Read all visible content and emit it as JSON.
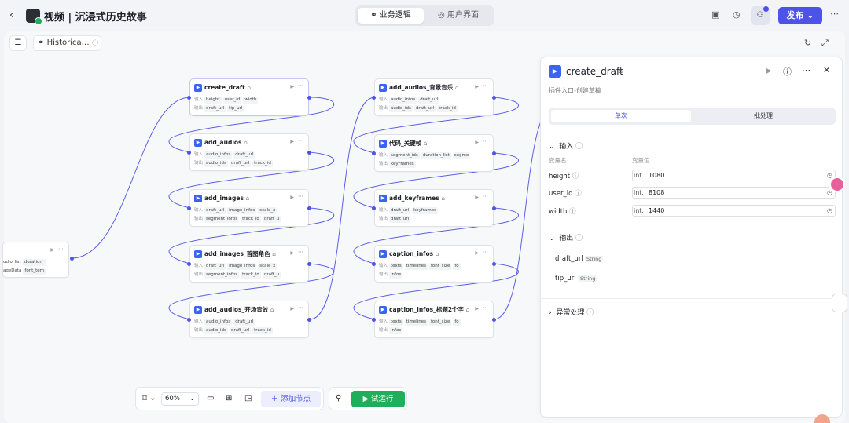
{
  "header": {
    "back_icon": "‹",
    "app_title": "视频 | 沉浸式历史故事",
    "edit_icon": "✎",
    "tabs": [
      {
        "label": "业务逻辑",
        "icon": "⚭"
      },
      {
        "label": "用户界面",
        "icon": "◎"
      }
    ],
    "publish_label": "发布",
    "more_icon": "⋯"
  },
  "canvas": {
    "history_label": "Historica…",
    "partial_node": {
      "dots": "⋯",
      "row1_label": "udio_list",
      "row1_value": "duration_",
      "row2_label": "ageData",
      "row2_value": "font_tem"
    },
    "nodes": [
      {
        "title": "create_draft",
        "in_label": "输入",
        "inputs": [
          "height",
          "user_id",
          "width"
        ],
        "out_label": "输出",
        "outputs": [
          "draft_url",
          "tip_url"
        ]
      },
      {
        "title": "add_audios",
        "in_label": "输入",
        "inputs": [
          "audio_infos",
          "draft_url"
        ],
        "out_label": "输出",
        "outputs": [
          "audio_ids",
          "draft_url",
          "track_id"
        ]
      },
      {
        "title": "add_images",
        "in_label": "输入",
        "inputs": [
          "draft_url",
          "image_infos",
          "scale_x"
        ],
        "out_label": "输出",
        "outputs": [
          "segment_infos",
          "track_id",
          "draft_u"
        ]
      },
      {
        "title": "add_images_首图角色",
        "in_label": "输入",
        "inputs": [
          "draft_url",
          "image_infos",
          "scale_x"
        ],
        "out_label": "输出",
        "outputs": [
          "segment_infos",
          "track_id",
          "draft_u"
        ]
      },
      {
        "title": "add_audios_开场音效",
        "in_label": "输入",
        "inputs": [
          "audio_infos",
          "draft_url"
        ],
        "out_label": "输出",
        "outputs": [
          "audio_ids",
          "draft_url",
          "track_id"
        ]
      },
      {
        "title": "add_audios_背景音乐",
        "in_label": "输入",
        "inputs": [
          "audio_infos",
          "draft_url"
        ],
        "out_label": "输出",
        "outputs": [
          "audio_ids",
          "draft_url",
          "track_id"
        ]
      },
      {
        "title": "代码_关键帧",
        "in_label": "输入",
        "inputs": [
          "segment_ids",
          "duration_list",
          "segme"
        ],
        "out_label": "输出",
        "outputs": [
          "keyFrames"
        ]
      },
      {
        "title": "add_keyframes",
        "in_label": "输入",
        "inputs": [
          "draft_url",
          "keyframes"
        ],
        "out_label": "输出",
        "outputs": [
          "draft_url"
        ]
      },
      {
        "title": "caption_infos",
        "in_label": "输入",
        "inputs": [
          "texts",
          "timelines",
          "font_size",
          "fo"
        ],
        "out_label": "输出",
        "outputs": [
          "infos"
        ]
      },
      {
        "title": "caption_infos_标题2个字",
        "in_label": "输入",
        "inputs": [
          "texts",
          "timelines",
          "font_size",
          "fo"
        ],
        "out_label": "输出",
        "outputs": [
          "infos"
        ]
      }
    ]
  },
  "toolbar": {
    "zoom": "60%",
    "add_node_label": "添加节点",
    "test_run_label": "试运行"
  },
  "panel": {
    "title": "create_draft",
    "subtitle": "插件入口-创建草稿",
    "mode_tabs": [
      "单次",
      "批处理"
    ],
    "input_section": "输入",
    "col_name": "变量名",
    "col_value": "变量值",
    "inputs": [
      {
        "name": "height",
        "type": "int.",
        "value": "1080"
      },
      {
        "name": "user_id",
        "type": "int.",
        "value": "8108"
      },
      {
        "name": "width",
        "type": "int.",
        "value": "1440"
      }
    ],
    "output_section": "输出",
    "outputs": [
      {
        "name": "draft_url",
        "type": "String"
      },
      {
        "name": "tip_url",
        "type": "String"
      }
    ],
    "exception_section": "异常处理"
  },
  "colors": {
    "accent": "#4d53e8",
    "run_green": "#1fae5a",
    "edge": "#5b5fe6"
  }
}
